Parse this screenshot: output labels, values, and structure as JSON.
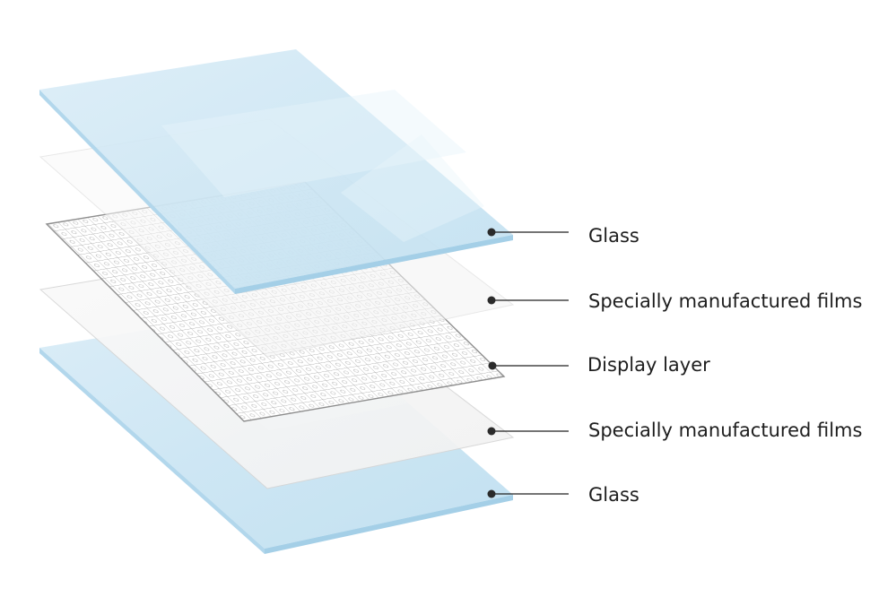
{
  "layers": [
    {
      "id": "top-glass",
      "label": "Glass",
      "kind": "glass"
    },
    {
      "id": "upper-film",
      "label": "Specially manufactured films",
      "kind": "film"
    },
    {
      "id": "display",
      "label": "Display layer",
      "kind": "grid"
    },
    {
      "id": "lower-film",
      "label": "Specially manufactured films",
      "kind": "film"
    },
    {
      "id": "bottom-glass",
      "label": "Glass",
      "kind": "glass"
    }
  ],
  "colors": {
    "glass_fill": "#cfe6f3",
    "glass_edge": "#a9d2e9",
    "film_stroke": "#d8d8d8",
    "grid_stroke": "#9a9a9a",
    "leader": "#222222",
    "dot": "#2b2b2b"
  }
}
